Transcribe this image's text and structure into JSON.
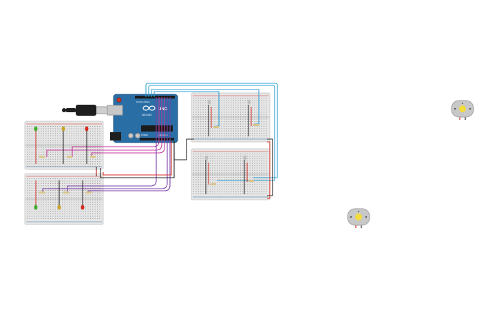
{
  "arduino": {
    "model_text": "UNO",
    "brand_text": "ARDUINO",
    "digital_header_label": "DIGITAL (PWM~)",
    "analog_header_label": "ANALOG IN",
    "power_header_label": "POWER"
  },
  "breadboards": [
    {
      "id": "left-top",
      "leds": [
        {
          "color": "#3fae2a"
        },
        {
          "color": "#c9a227"
        },
        {
          "color": "#d42a20"
        }
      ]
    },
    {
      "id": "left-bottom",
      "leds": [
        {
          "color": "#3fae2a"
        },
        {
          "color": "#c9a227"
        },
        {
          "color": "#d42a20"
        }
      ]
    },
    {
      "id": "right-top",
      "leds": [
        {
          "color": "#bfbfbf"
        },
        {
          "color": "#bfbfbf"
        }
      ]
    },
    {
      "id": "right-bottom",
      "leds": [
        {
          "color": "#bfbfbf"
        },
        {
          "color": "#bfbfbf"
        }
      ]
    }
  ],
  "motors": [
    {
      "id": "motor-1",
      "shaft_color": "#f2dc3c"
    },
    {
      "id": "motor-2",
      "shaft_color": "#f2dc3c"
    }
  ],
  "wire_colors": {
    "pink": "#c8369c",
    "purple": "#7b3fa8",
    "blue": "#2a9fd4",
    "black": "#222222",
    "red": "#d42a20"
  },
  "colors": {
    "arduino_board": "#2a6ea6",
    "breadboard": "#e6e6e6",
    "usb_cable": "#1e1e1e"
  }
}
